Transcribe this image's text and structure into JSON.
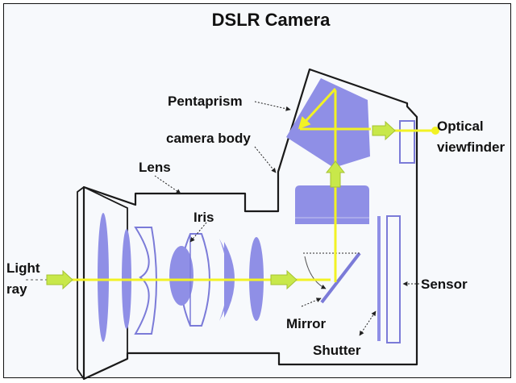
{
  "title": "DSLR Camera",
  "labels": {
    "pentaprism": "Pentaprism",
    "camera_body": "camera body",
    "lens": "Lens",
    "iris": "Iris",
    "light_ray_line1": "Light",
    "light_ray_line2": "ray",
    "optical_viewfinder_line1": "Optical",
    "optical_viewfinder_line2": "viewfinder",
    "sensor": "Sensor",
    "mirror": "Mirror",
    "shutter": "Shutter"
  },
  "colors": {
    "optics_fill": "#8f8fe6",
    "optics_stroke": "#6d6dd4",
    "light_ray": "#f2f224",
    "arrow_fill": "#c8e84a",
    "body_line": "#1a1a1a"
  }
}
